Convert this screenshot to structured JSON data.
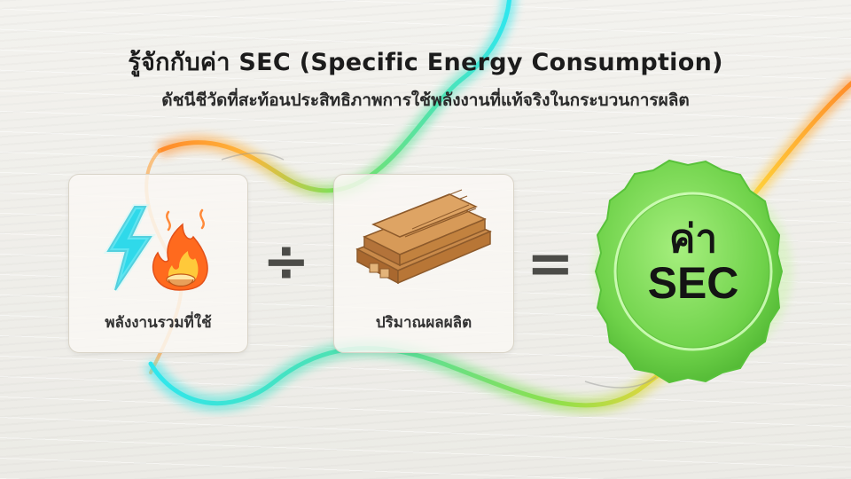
{
  "title": "รู้จักกับค่า SEC (Specific Energy Consumption)",
  "subtitle": "ดัชนีชีวัดที่สะท้อนประสิทธิภาพการใช้พลังงานที่แท้จริงในกระบวนการผลิต",
  "formula": {
    "numerator": {
      "label": "พลังงานรวมที่ใช้",
      "icons": [
        "lightning-icon",
        "flame-icon"
      ]
    },
    "operator_divide": "÷",
    "denominator": {
      "label": "ปริมาณผลผลิต",
      "icons": [
        "wood-planks-icon"
      ]
    },
    "operator_equals": "=",
    "result": {
      "line1": "ค่า",
      "line2": "SEC"
    }
  },
  "colors": {
    "accent_cyan": "#2fe6ee",
    "accent_green": "#64d64a",
    "accent_orange": "#ff8a2a",
    "badge_green": "#7ee05a"
  }
}
